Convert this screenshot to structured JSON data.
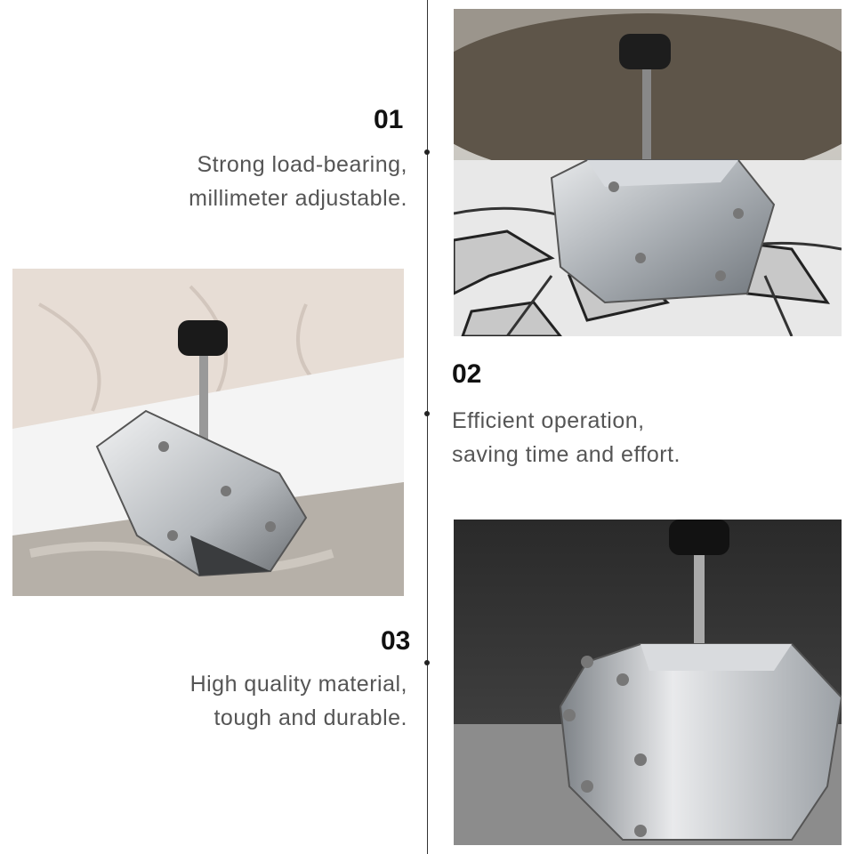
{
  "features": [
    {
      "number": "01",
      "line1": "Strong load-bearing,",
      "line2": "millimeter adjustable."
    },
    {
      "number": "02",
      "line1": "Efficient operation,",
      "line2": "saving time and effort."
    },
    {
      "number": "03",
      "line1": "High quality material,",
      "line2": "tough and durable."
    }
  ],
  "colors": {
    "text": "#555555",
    "number": "#111111",
    "line": "#333333"
  }
}
